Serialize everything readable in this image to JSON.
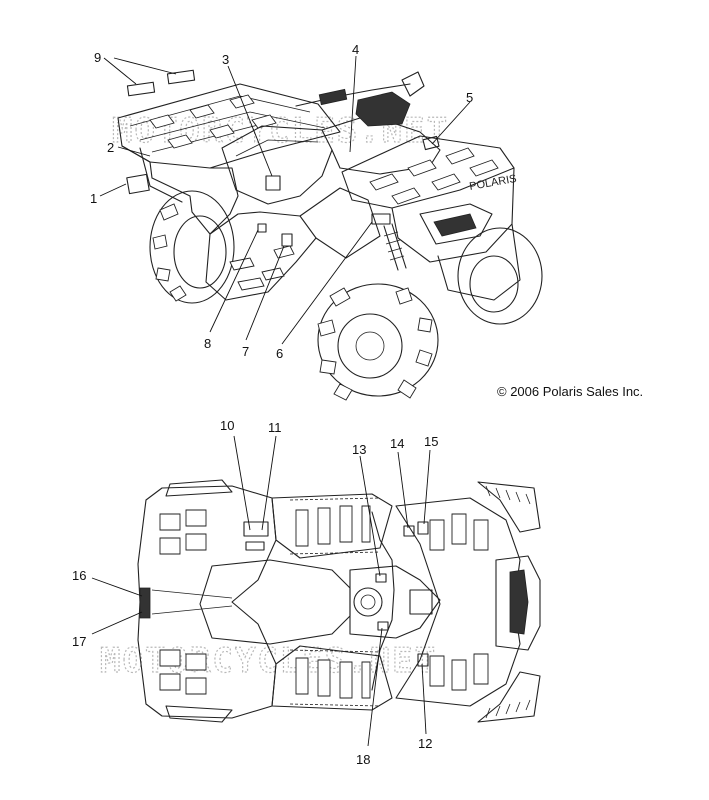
{
  "callouts": [
    "1",
    "2",
    "3",
    "4",
    "5",
    "6",
    "7",
    "8",
    "9",
    "10",
    "11",
    "12",
    "13",
    "14",
    "15",
    "16",
    "17",
    "18"
  ],
  "copyright": "© 2006 Polaris Sales Inc.",
  "watermark": "MOTORCYCLES.NET",
  "brand_mark": "POLARIS"
}
